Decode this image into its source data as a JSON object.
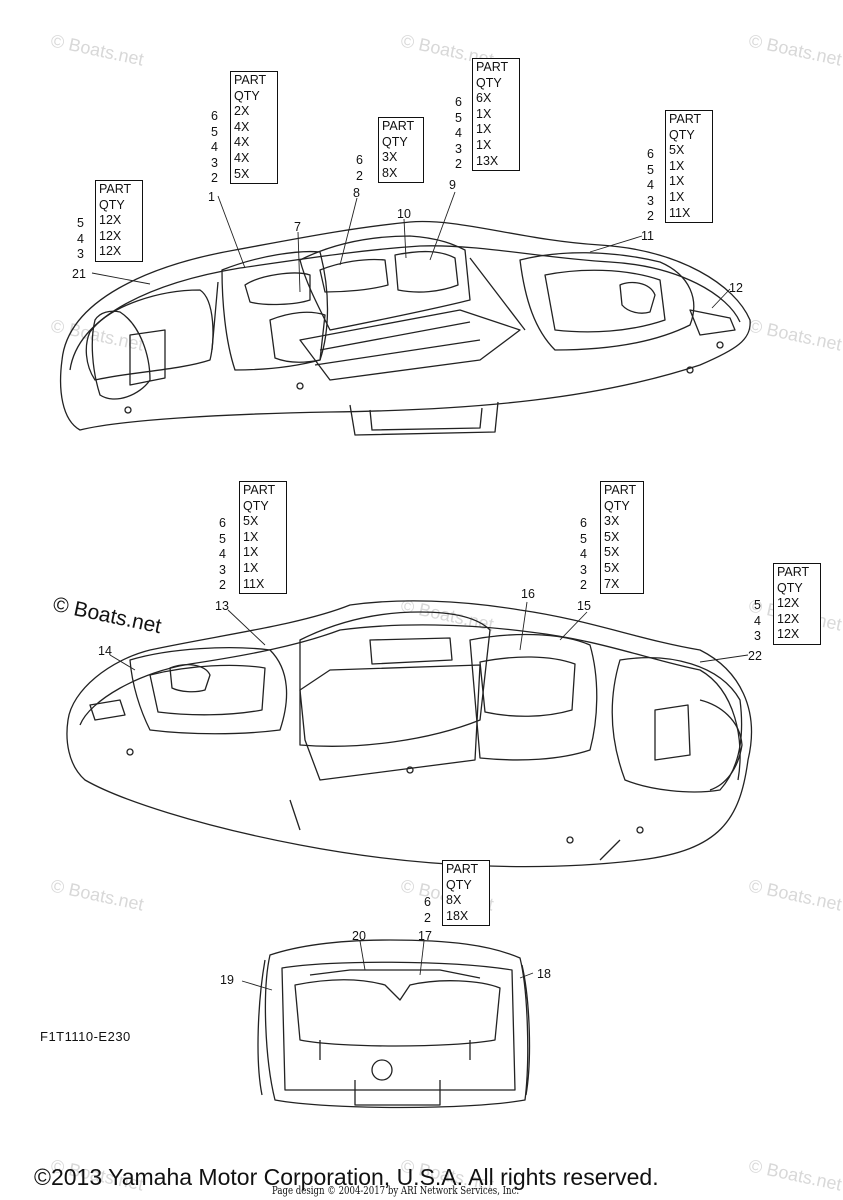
{
  "watermark": {
    "text": "© Boats.net"
  },
  "brand_watermark": {
    "text": "© Boats.net"
  },
  "diagram_code": "F1T1110-E230",
  "copyright": "©2013 Yamaha Motor Corporation, U.S.A. All rights reserved.",
  "page_credit": "Page design © 2004-2017 by ARI Network Services, Inc.",
  "qty_tables": [
    {
      "id": "t1",
      "header": [
        "PART",
        "QTY"
      ],
      "parts": [
        "6",
        "5",
        "4",
        "3",
        "2"
      ],
      "qtys": [
        "2X",
        "4X",
        "4X",
        "4X",
        "5X"
      ],
      "callout": "1"
    },
    {
      "id": "t2",
      "header": [
        "PART",
        "QTY"
      ],
      "parts": [
        "6",
        "2"
      ],
      "qtys": [
        "3X",
        "8X"
      ],
      "callout": "8"
    },
    {
      "id": "t3",
      "header": [
        "PART",
        "QTY"
      ],
      "parts": [
        "6",
        "5",
        "4",
        "3",
        "2"
      ],
      "qtys": [
        "6X",
        "1X",
        "1X",
        "1X",
        "13X"
      ],
      "callout": "9"
    },
    {
      "id": "t4",
      "header": [
        "PART",
        "QTY"
      ],
      "parts": [
        "6",
        "5",
        "4",
        "3",
        "2"
      ],
      "qtys": [
        "5X",
        "1X",
        "1X",
        "1X",
        "11X"
      ],
      "callout": "11"
    },
    {
      "id": "t5",
      "header": [
        "PART",
        "QTY"
      ],
      "parts": [
        "5",
        "4",
        "3"
      ],
      "qtys": [
        "12X",
        "12X",
        "12X"
      ],
      "callout": "21"
    },
    {
      "id": "t6",
      "header": [
        "PART",
        "QTY"
      ],
      "parts": [
        "6",
        "5",
        "4",
        "3",
        "2"
      ],
      "qtys": [
        "5X",
        "1X",
        "1X",
        "1X",
        "11X"
      ],
      "callout": "13"
    },
    {
      "id": "t7",
      "header": [
        "PART",
        "QTY"
      ],
      "parts": [
        "6",
        "5",
        "4",
        "3",
        "2"
      ],
      "qtys": [
        "3X",
        "5X",
        "5X",
        "5X",
        "7X"
      ],
      "callout": "15"
    },
    {
      "id": "t8",
      "header": [
        "PART",
        "QTY"
      ],
      "parts": [
        "5",
        "4",
        "3"
      ],
      "qtys": [
        "12X",
        "12X",
        "12X"
      ],
      "callout": "22"
    },
    {
      "id": "t9",
      "header": [
        "PART",
        "QTY"
      ],
      "parts": [
        "6",
        "2"
      ],
      "qtys": [
        "8X",
        "18X"
      ],
      "callout": "17"
    }
  ],
  "callouts": [
    "7",
    "10",
    "12",
    "14",
    "16",
    "18",
    "19",
    "20"
  ]
}
